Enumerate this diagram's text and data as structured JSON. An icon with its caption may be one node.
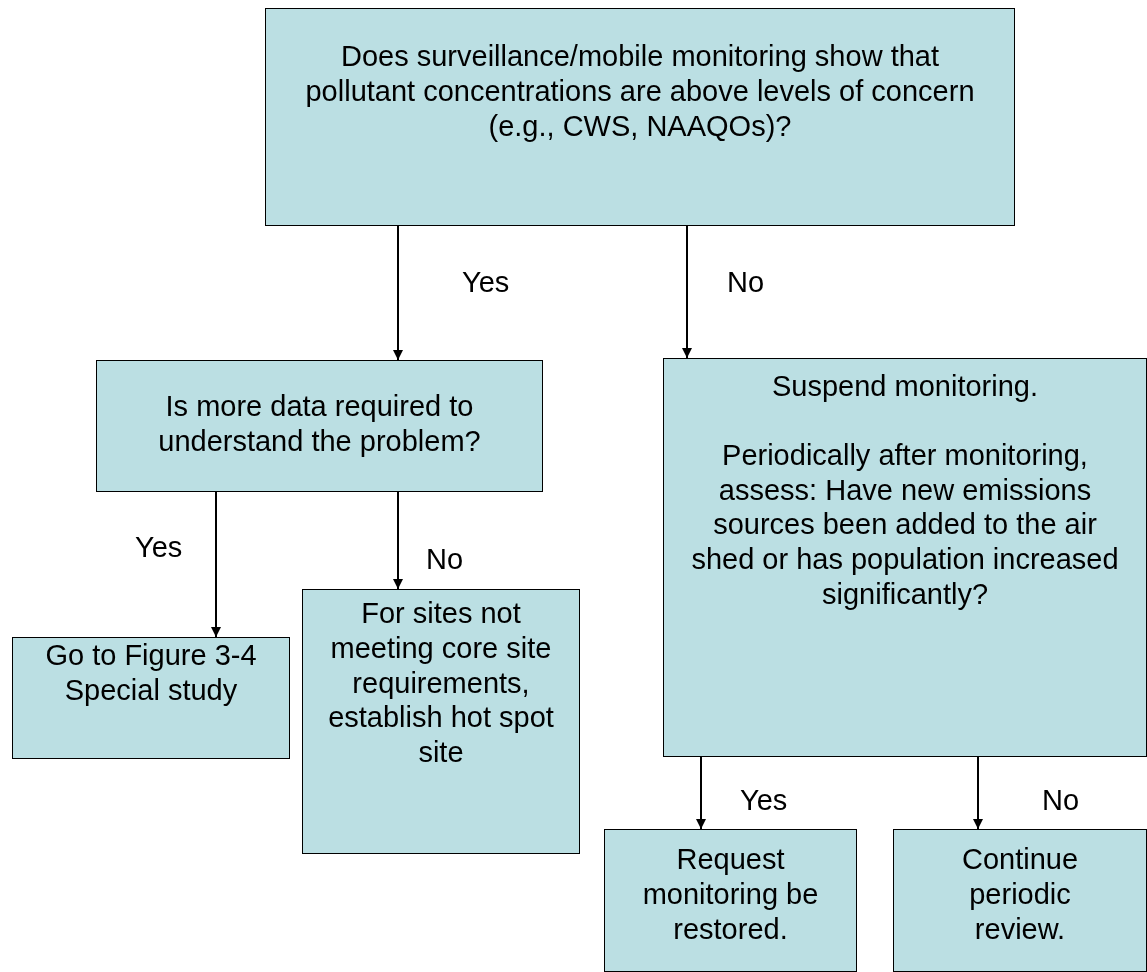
{
  "diagram": {
    "nodes": [
      {
        "text": [
          "Does surveillance/mobile monitoring show that pollutant concentrations are above levels of concern (e.g., CWS, NAAQOs)?"
        ]
      },
      {
        "text": [
          "Is more data required to understand the problem?"
        ]
      },
      {
        "text": [
          "Suspend monitoring.",
          "Periodically after monitoring, assess: Have new emissions sources been added to the air shed or has population increased significantly?"
        ]
      },
      {
        "text": [
          "Go to Figure 3-4 Special study"
        ]
      },
      {
        "text": [
          "For sites not meeting core site requirements, establish hot spot site"
        ]
      },
      {
        "text": [
          "Request monitoring be restored."
        ]
      },
      {
        "text": [
          "Continue periodic review."
        ]
      }
    ],
    "edges": [
      {
        "from": 0,
        "to": 1,
        "arrow": "to",
        "label": "Yes"
      },
      {
        "from": 0,
        "to": 2,
        "arrow": "to",
        "label": "No"
      },
      {
        "from": 1,
        "to": 3,
        "arrow": "to",
        "label": "Yes"
      },
      {
        "from": 1,
        "to": 4,
        "arrow": "to",
        "label": "No"
      },
      {
        "from": 2,
        "to": 5,
        "arrow": "to",
        "label": "Yes"
      },
      {
        "from": 2,
        "to": 6,
        "arrow": "to",
        "label": "No"
      }
    ]
  }
}
